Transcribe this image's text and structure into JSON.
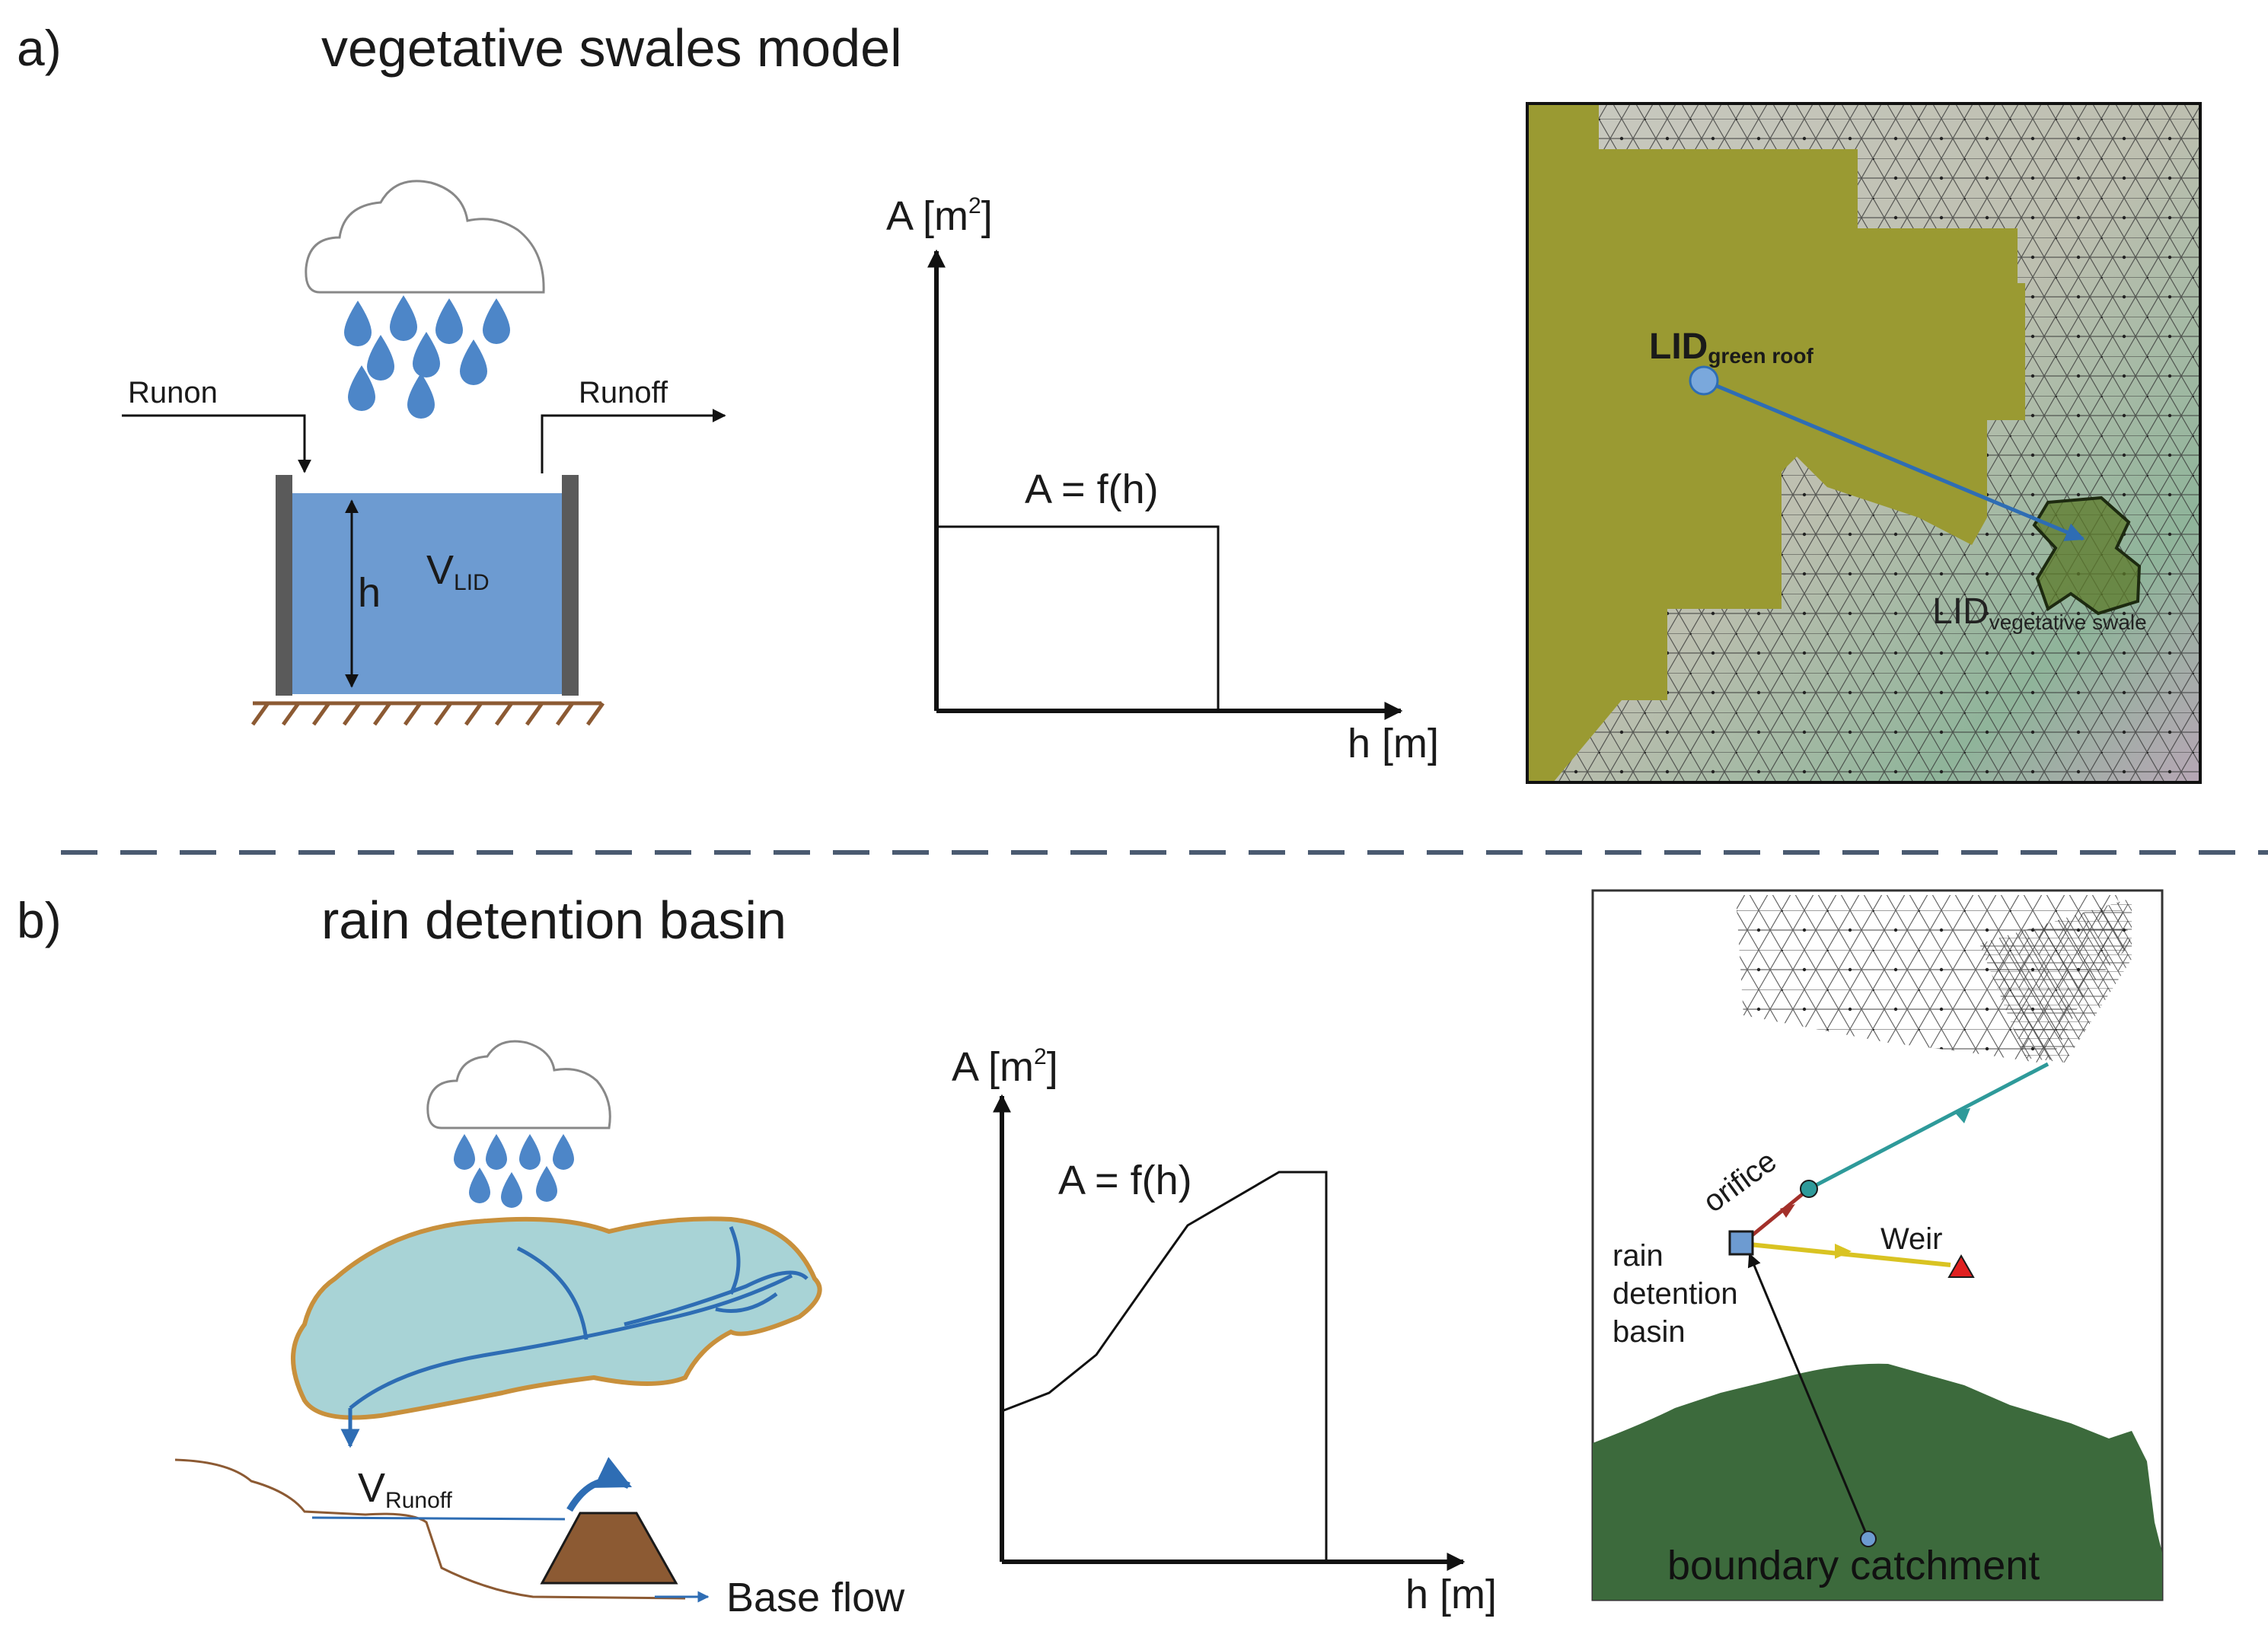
{
  "panel_a": {
    "letter": "a)",
    "title": "vegetative swales model",
    "runon": "Runon",
    "runoff": "Runoff",
    "h_label": "h",
    "v_main": "V",
    "v_sub": "LID",
    "chart": {
      "y_axis": "A [m",
      "y_sup": "2",
      "y_close": "]",
      "x_axis": "h [m]",
      "func": "A = f(h)"
    },
    "map": {
      "lid1_main": "LID",
      "lid1_sub": "green roof",
      "lid2_main": "LID",
      "lid2_sub": "vegetative swale"
    }
  },
  "panel_b": {
    "letter": "b)",
    "title": "rain detention basin",
    "v_main": "V",
    "v_sub": "Runoff",
    "base_flow": "Base flow",
    "chart": {
      "y_axis": "A [m",
      "y_sup": "2",
      "y_close": "]",
      "x_axis": "h [m]",
      "func": "A = f(h)"
    },
    "map": {
      "orifice": "orifice",
      "weir": "Weir",
      "basin_line1": "rain",
      "basin_line2": "detention",
      "basin_line3": "basin",
      "boundary": "boundary catchment"
    }
  },
  "colors": {
    "water": "#6d9bd1",
    "roof": "#9a9a32",
    "catchment": "#3c6a3c",
    "basin_fill": "#a8d3d6",
    "basin_edge": "#c8903c",
    "dam": "#8c5a33",
    "stream": "#2e6db4",
    "orifice": "#a3302a",
    "weir": "#d9c322",
    "link_teal": "#2e9a9a"
  }
}
